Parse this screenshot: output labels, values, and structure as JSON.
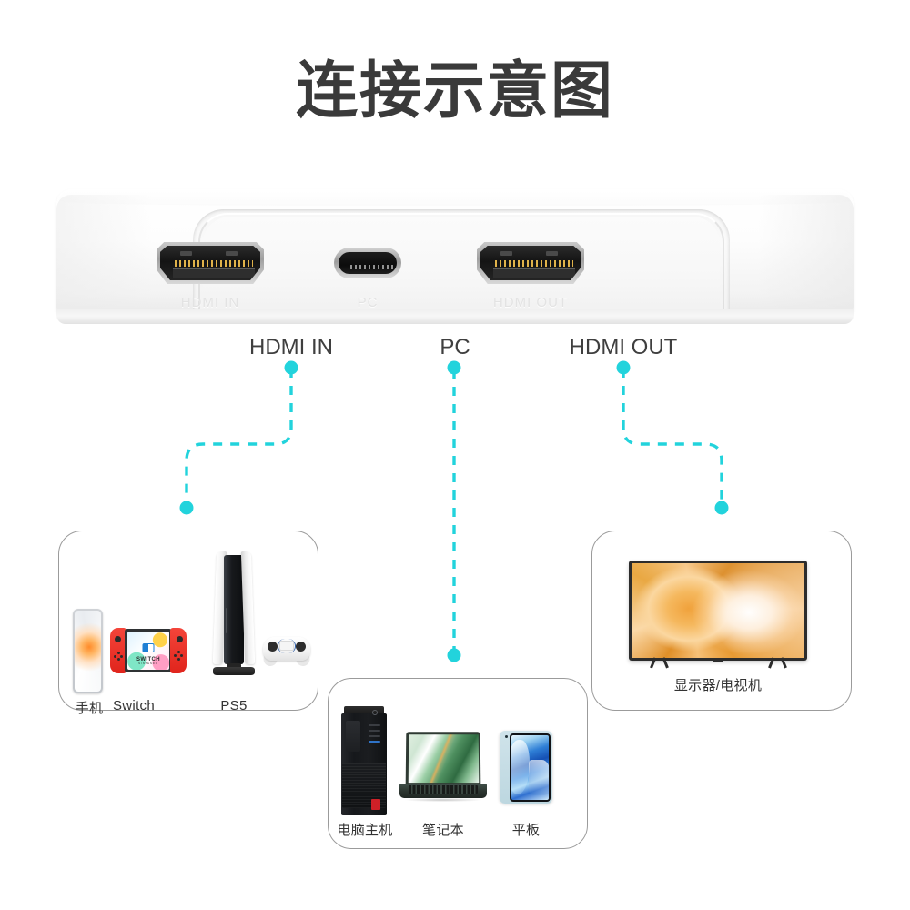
{
  "page": {
    "title": "连接示意图",
    "background_color": "#ffffff"
  },
  "theme": {
    "accent_color": "#22d3dc",
    "text_color": "#3f3f3f",
    "box_border_color": "#9b9b9b"
  },
  "device": {
    "name": "hdmi-switch-hub",
    "port_etchings": {
      "hdmi_in": "HDMI IN",
      "pc": "PC",
      "hdmi_out": "HDMI OUT"
    },
    "ports": [
      {
        "id": "hdmi-in",
        "label": "HDMI IN",
        "type": "hdmi"
      },
      {
        "id": "pc",
        "label": "PC",
        "type": "usb-c"
      },
      {
        "id": "hdmi-out",
        "label": "HDMI OUT",
        "type": "hdmi"
      }
    ]
  },
  "groups": {
    "sources": {
      "connects_to": "HDMI IN",
      "items": [
        {
          "id": "phone",
          "label": "手机",
          "icon": "smartphone-icon"
        },
        {
          "id": "switch",
          "label": "Switch",
          "icon": "game-console-switch-icon"
        },
        {
          "id": "ps5",
          "label": "PS5",
          "icon": "game-console-ps5-icon"
        }
      ]
    },
    "pc": {
      "connects_to": "PC",
      "items": [
        {
          "id": "desktop",
          "label": "电脑主机",
          "icon": "desktop-tower-icon"
        },
        {
          "id": "laptop",
          "label": "笔记本",
          "icon": "laptop-icon"
        },
        {
          "id": "tablet",
          "label": "平板",
          "icon": "tablet-icon"
        }
      ]
    },
    "display": {
      "connects_to": "HDMI OUT",
      "items": [
        {
          "id": "monitor-tv",
          "label": "显示器/电视机",
          "icon": "television-icon"
        }
      ]
    }
  }
}
